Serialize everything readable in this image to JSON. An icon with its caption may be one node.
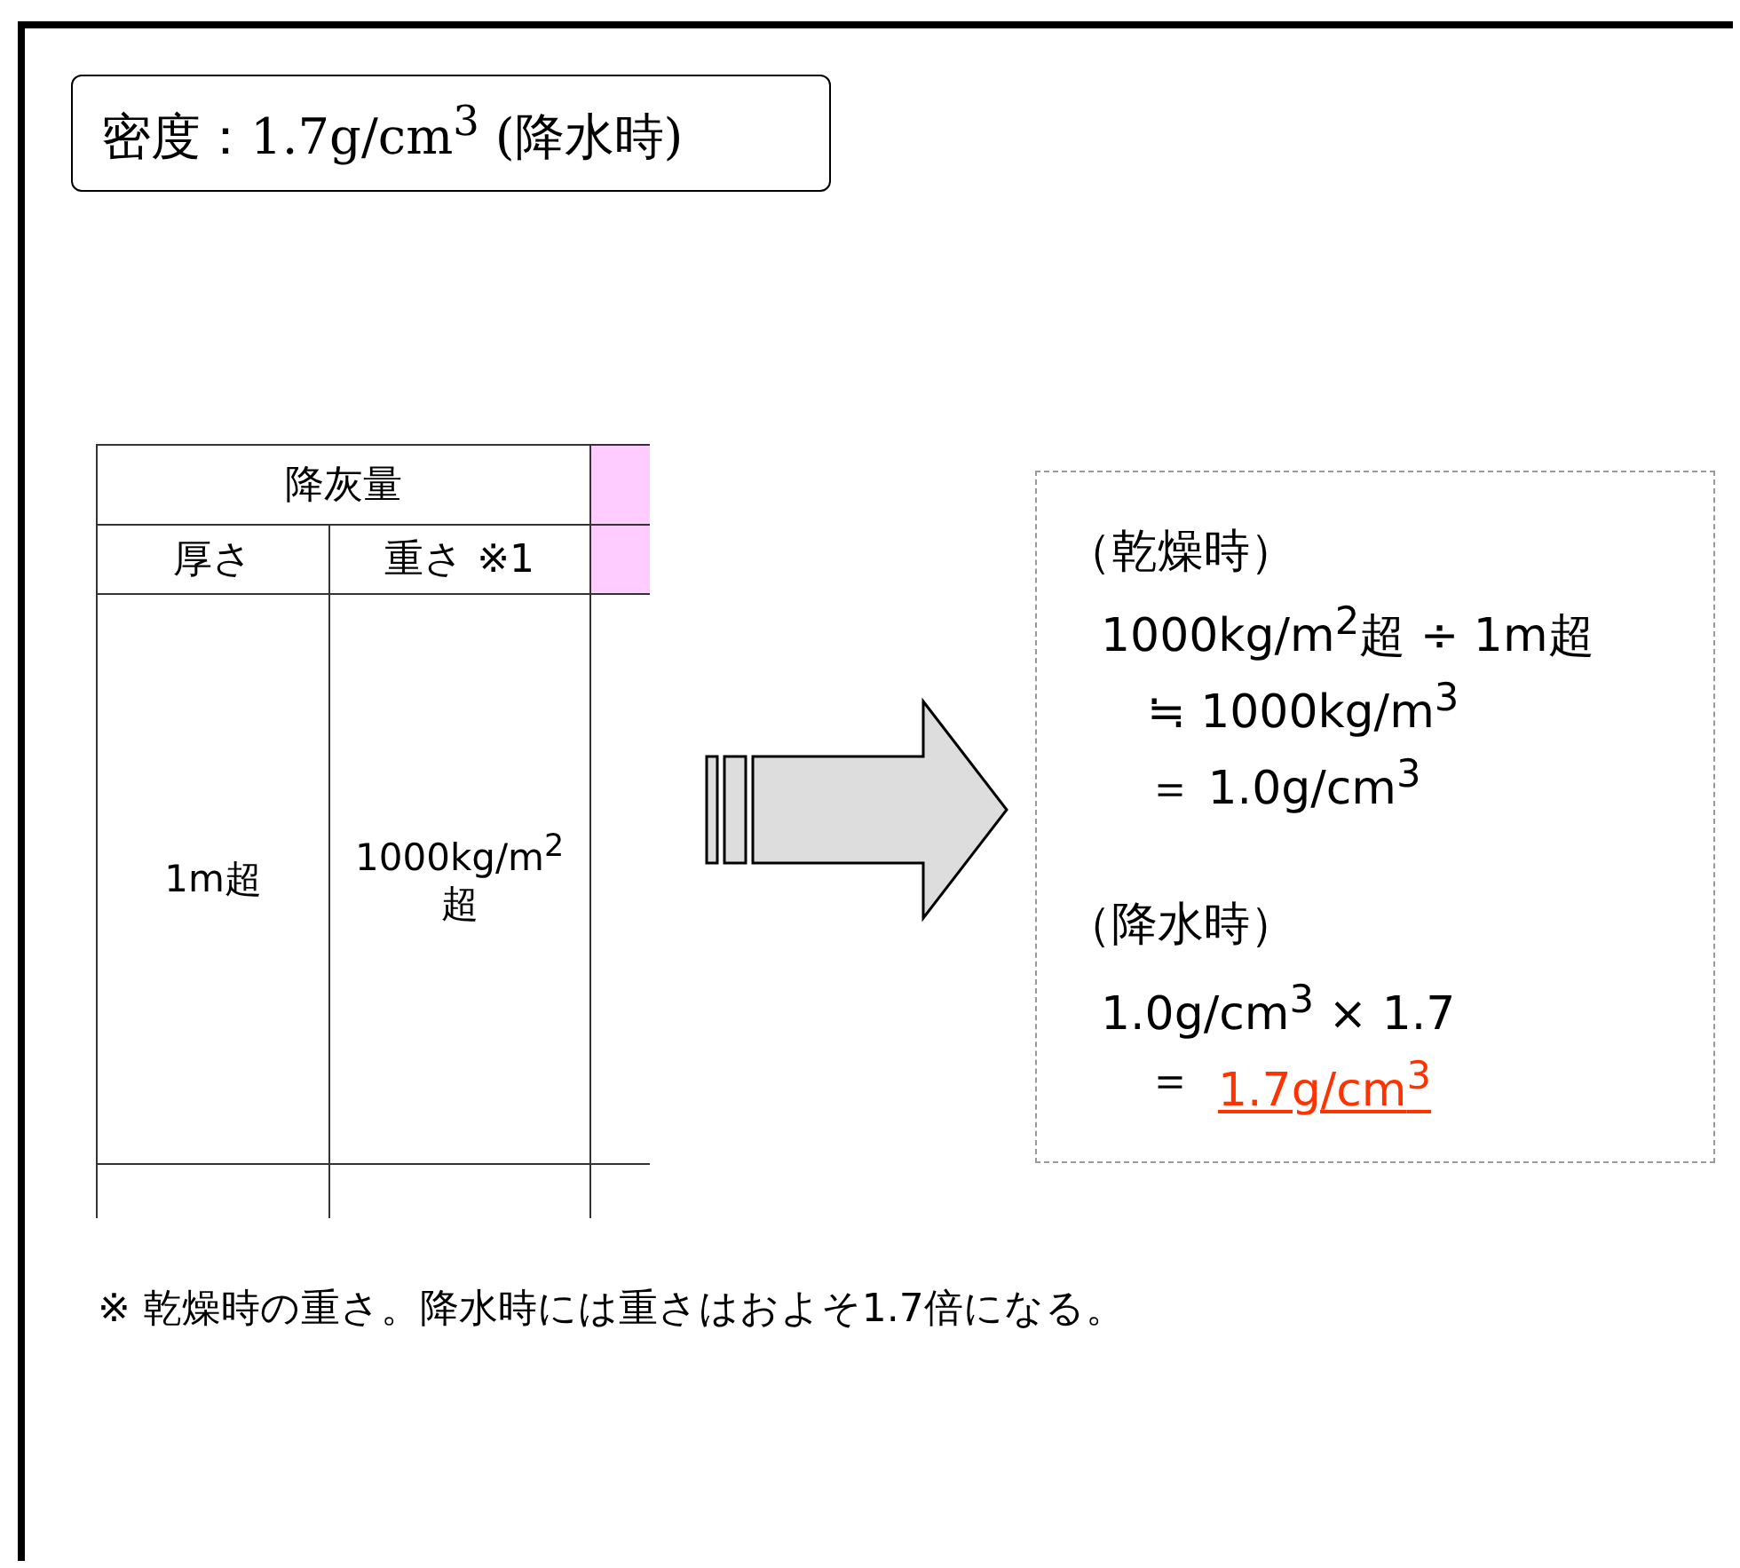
{
  "diagram": {
    "nodes": [
      {
        "text": [
          "密度：1.7g/cm$^{3}$ (降水時)"
        ]
      },
      {
        "text": [
          "降灰量",
          "厚さ",
          "重さ ※1",
          "1m超",
          "1000kg/m$^{2}$超"
        ]
      },
      {
        "text": [
          "（乾燥時）",
          "1000kg/m$^{2}$超 ÷ 1m超",
          "≒ 1000kg/m$^{3}$",
          "＝ 1.0g/cm$^{3}$",
          "（降水時）",
          "1.0g/cm$^{3}$ × 1.7",
          "＝",
          "1.7g/cm$^{3}$"
        ]
      }
    ],
    "edges": [
      {
        "from": 1,
        "to": 2,
        "arrow": "to",
        "style": "thick"
      }
    ],
    "labels": [
      "※ 乾燥時の重さ。降水時には重さはおよそ1.7倍になる。"
    ]
  }
}
